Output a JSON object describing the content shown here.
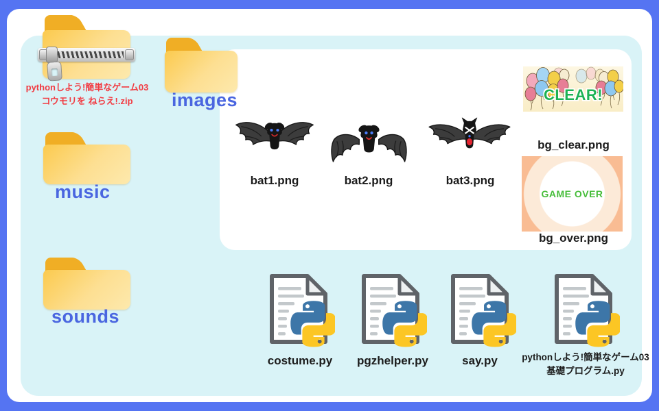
{
  "archive": {
    "label_line1": "pythonしよう!簡単なゲーム03",
    "label_line2": "コウモリを ねらえ!.zip"
  },
  "folders": {
    "images": "images",
    "music": "music",
    "sounds": "sounds"
  },
  "images_panel": {
    "bats": [
      {
        "label": "bat1.png"
      },
      {
        "label": "bat2.png"
      },
      {
        "label": "bat3.png"
      }
    ],
    "bg_clear": {
      "label": "bg_clear.png",
      "overlay_text": "CLEAR!"
    },
    "bg_over": {
      "label": "bg_over.png",
      "overlay_text": "GAME OVER"
    }
  },
  "scripts": [
    {
      "label": "costume.py"
    },
    {
      "label": "pgzhelper.py"
    },
    {
      "label": "say.py"
    },
    {
      "label_line1": "pythonしよう!簡単なゲーム03",
      "label_line2": "基礎プログラム.py"
    }
  ],
  "colors": {
    "frame_blue": "#5574f2",
    "panel_cyan": "#d9f3f7",
    "folder_label_blue": "#4a66e0",
    "zip_label_red": "#f23b42",
    "clear_green": "#1db254",
    "game_over_green": "#46bd3a",
    "folder_yellow": "#fbca4e"
  }
}
